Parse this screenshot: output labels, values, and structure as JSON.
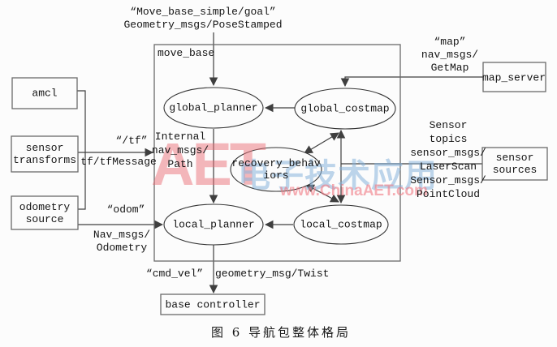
{
  "diagram": {
    "container_label": "move_base",
    "nodes": {
      "amcl": {
        "label": "amcl"
      },
      "sensor_transforms": {
        "line1": "sensor",
        "line2": "transforms"
      },
      "odometry_source": {
        "line1": "odometry",
        "line2": "source"
      },
      "map_server": {
        "label": "map_server"
      },
      "sensor_sources": {
        "line1": "sensor",
        "line2": "sources"
      },
      "base_controller": {
        "label": "base controller"
      },
      "global_planner": {
        "label": "global_planner"
      },
      "global_costmap": {
        "label": "global_costmap"
      },
      "recovery_behaviors": {
        "line1": "recovery_behav",
        "line2": "iors"
      },
      "local_planner": {
        "label": "local_planner"
      },
      "local_costmap": {
        "label": "local_costmap"
      }
    },
    "edge_labels": {
      "goal_topic": "“Move_base_simple/goal”",
      "goal_msg": "Geometry_msgs/PoseStamped",
      "tf_topic": "“/tf”",
      "tf_msg": "tf/tfMessage",
      "odom_topic": "“odom”",
      "odom_msg_line1": "Nav_msgs/",
      "odom_msg_line2": "Odometry",
      "internal_line1": "Internal",
      "internal_line2": "nav_msgs/",
      "internal_line3": "Path",
      "map_topic": "“map”",
      "map_msg_line1": "nav_msgs/",
      "map_msg_line2": "GetMap",
      "sensor_line1": "Sensor",
      "sensor_line2": "topics",
      "sensor_line3": "sensor_msgs/",
      "sensor_line4": "LaserScan",
      "sensor_line5": "Sensor_msgs/",
      "sensor_line6": "PointCloud",
      "cmdvel_topic": "“cmd_vel”",
      "cmdvel_msg": "geometry_msg/Twist"
    },
    "watermark": {
      "aet": "AET",
      "cn": "电子技术应用",
      "url": "www.ChinaAET.com"
    },
    "caption": "图 6  导航包整体格局",
    "colors": {
      "line": "#3f3f3f",
      "box_border": "#6a6a6a",
      "background": "#fcfcfc",
      "watermark_pink": "#ea6a74",
      "watermark_blue": "#86b2db"
    }
  }
}
